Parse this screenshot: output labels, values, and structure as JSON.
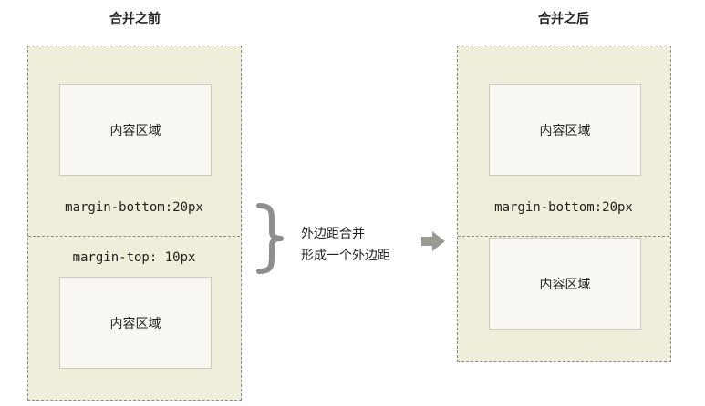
{
  "before": {
    "title": "合并之前",
    "top_content": "内容区域",
    "margin_bottom_label": "margin-bottom:20px",
    "margin_top_label": "margin-top: 10px",
    "bottom_content": "内容区域"
  },
  "note": {
    "line1": "外边距合并",
    "line2": "形成一个外边距"
  },
  "after": {
    "title": "合并之后",
    "top_content": "内容区域",
    "margin_bottom_label": "margin-bottom:20px",
    "bottom_content": "内容区域"
  },
  "colors": {
    "margin_fill": "#efeedb",
    "content_fill": "#f8f7f1",
    "border": "#8a8a86",
    "brace": "#8e8e8a",
    "arrow": "#9a9a95"
  },
  "icons": {
    "brace": "right-curly-brace-icon",
    "arrow": "right-arrow-icon"
  }
}
